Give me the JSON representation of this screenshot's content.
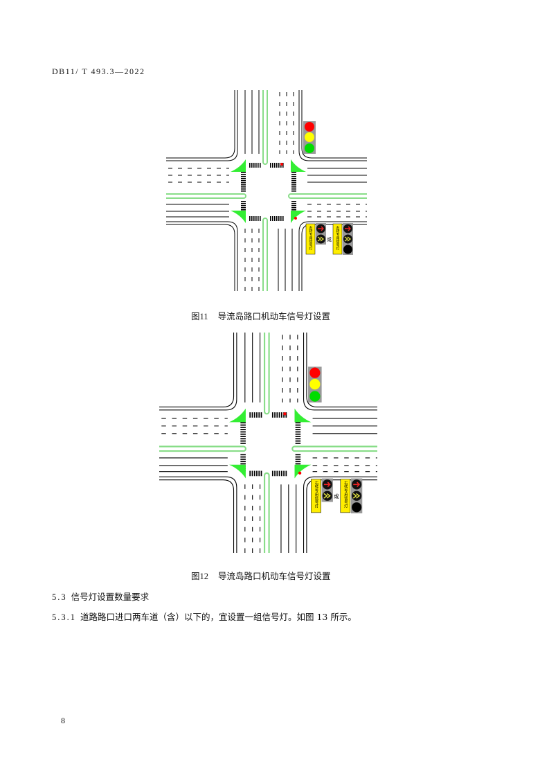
{
  "header": {
    "doc_code": "DB11/ T 493.3—2022"
  },
  "figures": [
    {
      "number": "图11",
      "title": "导流岛路口机动车信号灯设置",
      "or_label": "或",
      "sign_text": "右转专用信号灯"
    },
    {
      "number": "图12",
      "title": "导流岛路口机动车信号灯设置",
      "or_label": "或",
      "sign_text": "右转专用信号灯"
    }
  ],
  "section": {
    "number": "5.3",
    "title": "信号灯设置数量要求"
  },
  "clause": {
    "number": "5.3.1",
    "text": "道路路口进口两车道（含）以下的，宜设置一组信号灯。如图 13 所示。"
  },
  "page_number": "8",
  "colors": {
    "green_island": "#33ee33",
    "median": "#88dd88",
    "red": "#ff0000",
    "yellow": "#ffff00",
    "green": "#00dd00",
    "sign": "#ffee00"
  }
}
